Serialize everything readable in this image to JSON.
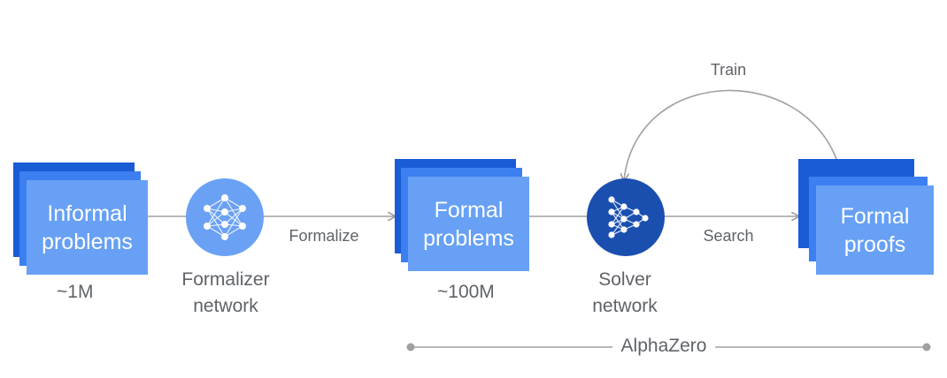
{
  "nodes": {
    "informal": {
      "label": "Informal\nproblems",
      "count": "~1M"
    },
    "formalizer": {
      "label": "Formalizer\nnetwork",
      "icon": "neural-network-icon"
    },
    "formal_problems": {
      "label": "Formal\nproblems",
      "count": "~100M"
    },
    "solver": {
      "label": "Solver\nnetwork",
      "icon": "neural-network-play-icon"
    },
    "formal_proofs": {
      "label": "Formal\nproofs"
    }
  },
  "edges": {
    "formalize": "Formalize",
    "search": "Search",
    "train": "Train"
  },
  "bracket": {
    "label": "AlphaZero"
  },
  "colors": {
    "card_dark": "#1a5bd6",
    "card_mid": "#3c7ff0",
    "card_light": "#67a0f5",
    "formalizer_circle": "#6aa1f4",
    "solver_circle": "#1a4fb0",
    "line": "#a0a0a0",
    "text": "#5f6368"
  }
}
